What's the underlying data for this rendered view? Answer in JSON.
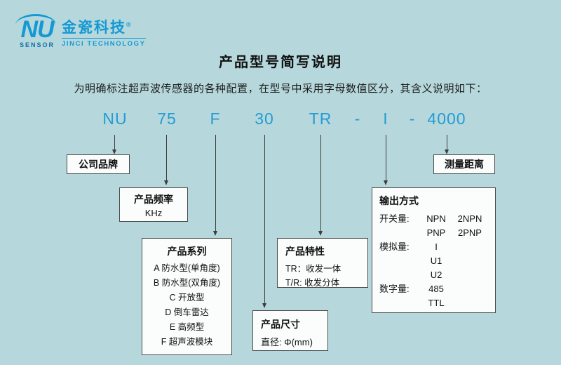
{
  "logo": {
    "nu": "NU",
    "sensor": "SENSOR",
    "company_cn": "金瓷科技",
    "reg_mark": "®",
    "company_en": "JINCI TECHNOLOGY"
  },
  "header": {
    "title": "产品型号简写说明",
    "intro": "为明确标注超声波传感器的各种配置，在型号中采用字母数值区分，其含义说明如下："
  },
  "model": {
    "segments": [
      "NU",
      "75",
      "F",
      "30",
      "TR",
      "-",
      "I",
      "-",
      "4000"
    ]
  },
  "boxes": {
    "brand": {
      "title": "公司品牌"
    },
    "frequency": {
      "title": "产品频率",
      "unit": "KHz"
    },
    "series": {
      "title": "产品系列",
      "items": [
        "A 防水型(单角度)",
        "B 防水型(双角度)",
        "C 开放型",
        "D 倒车雷达",
        "E 高频型",
        "F 超声波模块"
      ]
    },
    "size": {
      "title": "产品尺寸",
      "detail": "直径: Φ(mm)"
    },
    "feature": {
      "title": "产品特性",
      "items": [
        "TR：收发一体",
        "T/R: 收发分体"
      ]
    },
    "output": {
      "title": "输出方式",
      "rows": [
        {
          "label": "开关量:",
          "v1": "NPN",
          "v2": "2NPN"
        },
        {
          "label": "",
          "v1": "PNP",
          "v2": "2PNP"
        },
        {
          "label": "模拟量:",
          "v1": "I",
          "v2": ""
        },
        {
          "label": "",
          "v1": "U1",
          "v2": ""
        },
        {
          "label": "",
          "v1": "U2",
          "v2": ""
        },
        {
          "label": "数字量:",
          "v1": "485",
          "v2": ""
        },
        {
          "label": "",
          "v1": "TTL",
          "v2": ""
        }
      ]
    },
    "distance": {
      "title": "测量距离"
    }
  },
  "colors": {
    "background": "#b6d8dc",
    "accent_blue": "#1a9cd6",
    "box_border": "#4a4a4a",
    "box_background": "#fbfdfd",
    "text": "#1a1a1a"
  }
}
